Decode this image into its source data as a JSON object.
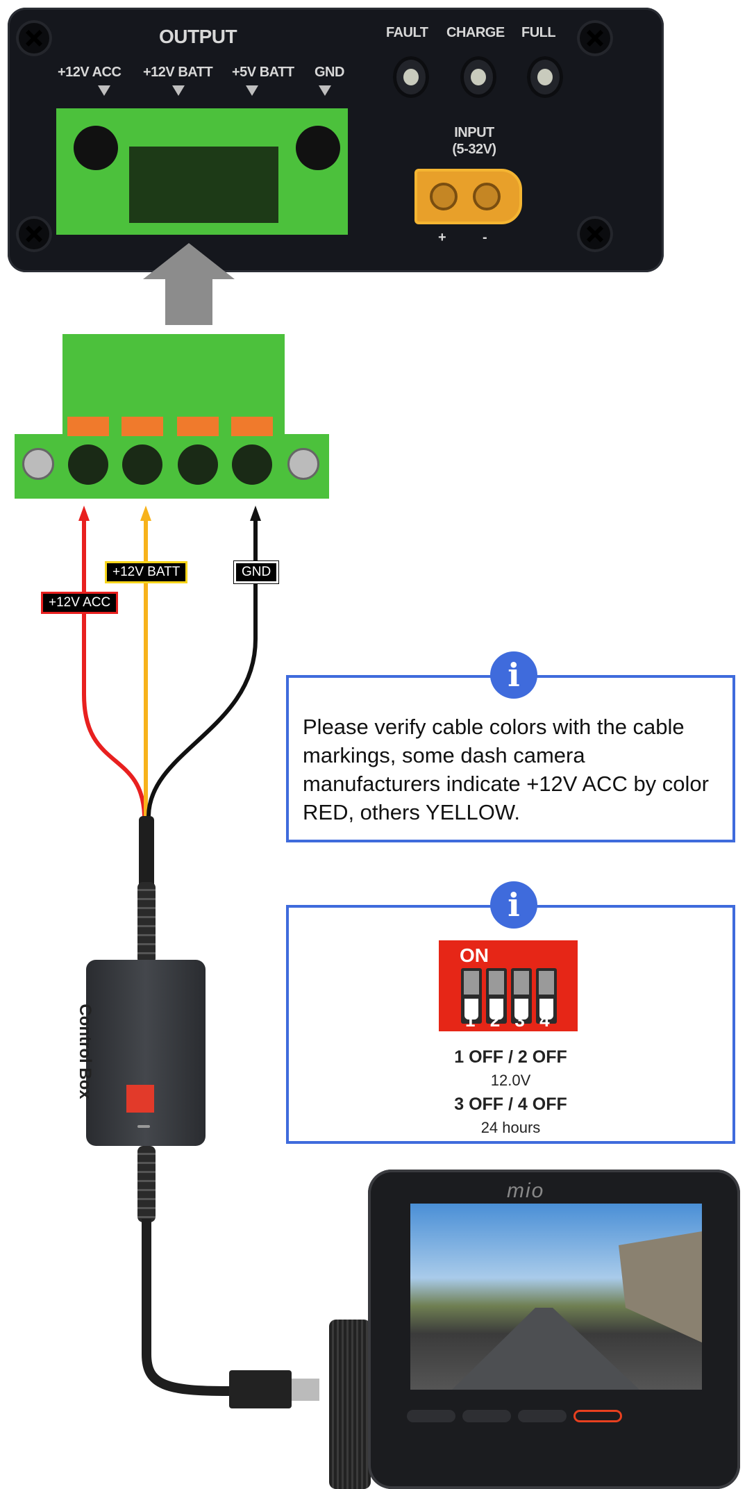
{
  "device": {
    "output_label": "OUTPUT",
    "terminals": [
      "+12V ACC",
      "+12V BATT",
      "+5V BATT",
      "GND"
    ],
    "leds": [
      "FAULT",
      "CHARGE",
      "FULL"
    ],
    "input_label": "INPUT",
    "input_range": "(5-32V)",
    "plus": "+",
    "minus": "-"
  },
  "wires": {
    "acc": {
      "label": "+12V ACC",
      "color": "#e8201f"
    },
    "batt": {
      "label": "+12V BATT",
      "color": "#f7b21b"
    },
    "gnd": {
      "label": "GND",
      "color": "#111111"
    }
  },
  "info1": {
    "icon": "info-icon",
    "text": "Please verify cable colors with the cable markings, some dash camera manufacturers indicate +12V ACC by color RED, others YELLOW."
  },
  "info2": {
    "icon": "info-icon",
    "dip_on": "ON",
    "dip_numbers": [
      "1",
      "2",
      "3",
      "4"
    ],
    "line1": "1 OFF / 2 OFF",
    "line2": "12.0V",
    "line3": "3 OFF / 4 OFF",
    "line4": "24 hours"
  },
  "control_box": {
    "label": "Control Box"
  },
  "camera": {
    "brand": "mio"
  },
  "colors": {
    "accent": "#3f6bdc",
    "terminal_green": "#4cc13c",
    "dip_red": "#e62617"
  }
}
